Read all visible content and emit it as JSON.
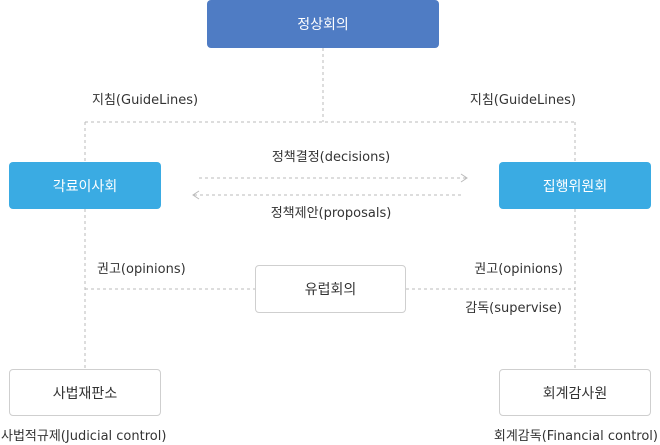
{
  "nodes": {
    "top": "정상회의",
    "left": "각료이사회",
    "right": "집행위원회",
    "center": "유럽회의",
    "bottom_left": "사법재판소",
    "bottom_right": "회계감사원"
  },
  "labels": {
    "guidelines_left": "지침(GuideLines)",
    "guidelines_right": "지침(GuideLines)",
    "decisions": "정책결정(decisions)",
    "proposals": "정책제안(proposals)",
    "opinions_left": "권고(opinions)",
    "opinions_right": "권고(opinions)",
    "supervise": "감독(supervise)",
    "judicial_control": "사법적규제(Judicial control)",
    "financial_control": "회계감독(Financial control)"
  },
  "colors": {
    "top_box": "#4f7cc4",
    "side_boxes": "#3aabe3",
    "outline_boxes": "#cfcfcf",
    "dashed_lines": "#bbbbbb"
  }
}
